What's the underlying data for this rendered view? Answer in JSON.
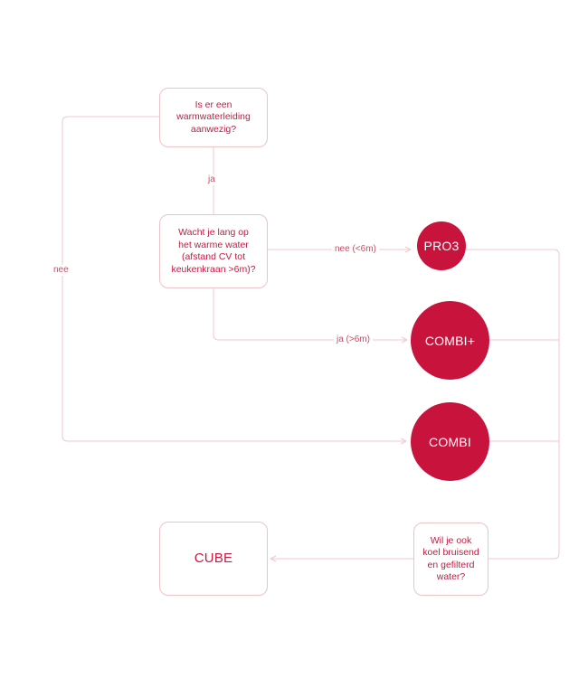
{
  "nodes": {
    "q_hot_water_pipe": "Is er een\nwarmwaterleiding\naanwezig?",
    "q_wait_hot_water": "Wacht je lang op\nhet warme water\n(afstand CV tot\nkeukenkraan >6m)?",
    "pro3": "PRO3",
    "combi_plus": "COMBI+",
    "combi": "COMBI",
    "q_sparkling": "Wil je ook\nkoel bruisend\nen gefilterd\nwater?",
    "cube": "CUBE"
  },
  "edges": {
    "ja": "ja",
    "nee_left": "nee",
    "nee_short": "nee (<6m)",
    "ja_long": "ja (>6m)"
  },
  "colors": {
    "accent": "#c8143d",
    "line": "#f0c8cc",
    "text": "#c8183f"
  }
}
